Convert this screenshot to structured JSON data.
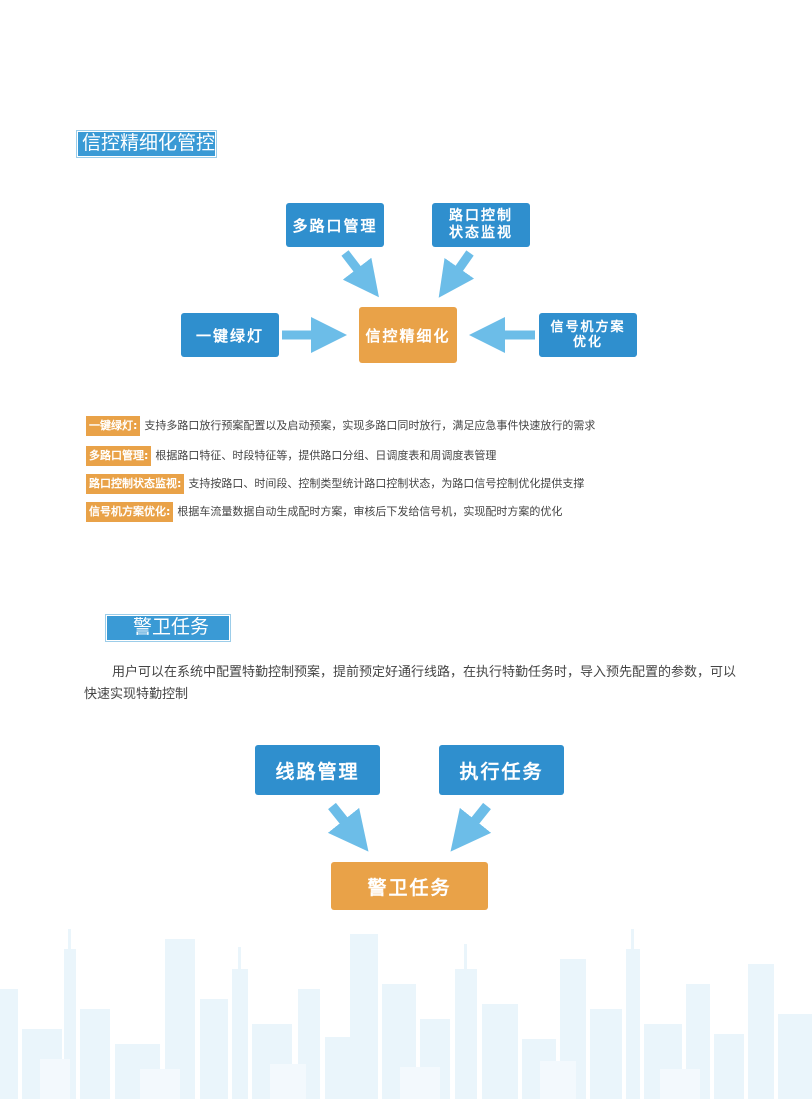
{
  "section1": {
    "title": "信控精细化管控",
    "diagram": {
      "center": "信控精细化",
      "top_left": "多路口管理",
      "top_right": "路口控制\n状态监视",
      "left": "一键绿灯",
      "right": "信号机方案\n优化"
    },
    "descriptions": [
      {
        "label": "一键绿灯:",
        "text": "支持多路口放行预案配置以及启动预案，实现多路口同时放行，满足应急事件快速放行的需求"
      },
      {
        "label": "多路口管理:",
        "text": "根据路口特征、时段特征等，提供路口分组、日调度表和周调度表管理"
      },
      {
        "label": "路口控制状态监视:",
        "text": "支持按路口、时间段、控制类型统计路口控制状态，为路口信号控制优化提供支撑"
      },
      {
        "label": "信号机方案优化:",
        "text": "根据车流量数据自动生成配时方案，审核后下发给信号机，实现配时方案的优化"
      }
    ]
  },
  "section2": {
    "title": "警卫任务",
    "paragraph": "用户可以在系统中配置特勤控制预案，提前预定好通行线路，在执行特勤任务时，导入预先配置的参数，可以快速实现特勤控制",
    "diagram": {
      "left": "线路管理",
      "right": "执行任务",
      "bottom": "警卫任务"
    }
  },
  "colors": {
    "blue": "#2f8fce",
    "orange": "#e9a248",
    "arrow": "#6cbde8",
    "skyline": "#eaf5fb"
  }
}
